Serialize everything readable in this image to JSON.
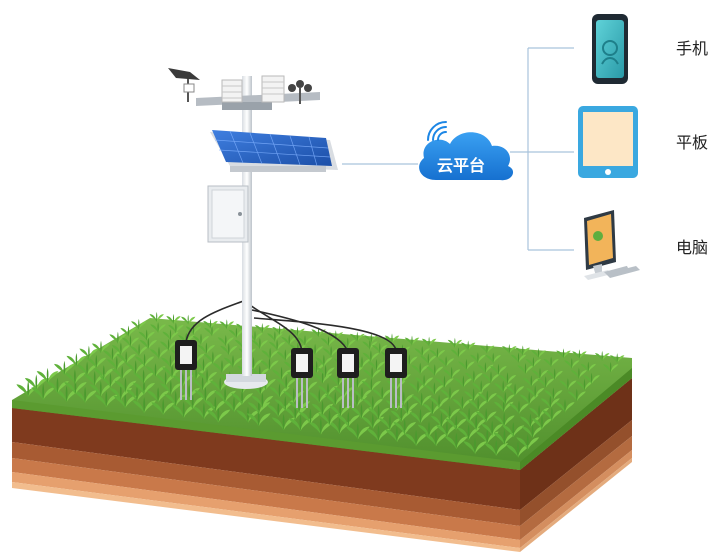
{
  "cloud": {
    "label": "云平台"
  },
  "devices": [
    {
      "name": "phone",
      "label": "手机"
    },
    {
      "name": "tablet",
      "label": "平板"
    },
    {
      "name": "computer",
      "label": "电脑"
    }
  ],
  "colors": {
    "cloud_blue": "#1c86e5",
    "connector_line": "#a9c3dc",
    "grass_top": "#6cae3f",
    "soil_dark": "#8d3f20",
    "soil_mid": "#b5643a",
    "soil_light": "#e9a877",
    "solar_panel": "#2a64c8",
    "sensor_body": "#1e1e1e"
  },
  "icons": [
    "cloud-icon",
    "wifi-signal-icon",
    "smartphone-icon",
    "tablet-icon",
    "desktop-computer-icon"
  ],
  "illustration": {
    "weather_station": true,
    "solar_panel": true,
    "soil_sensor_count": 4,
    "crop_field": true
  }
}
